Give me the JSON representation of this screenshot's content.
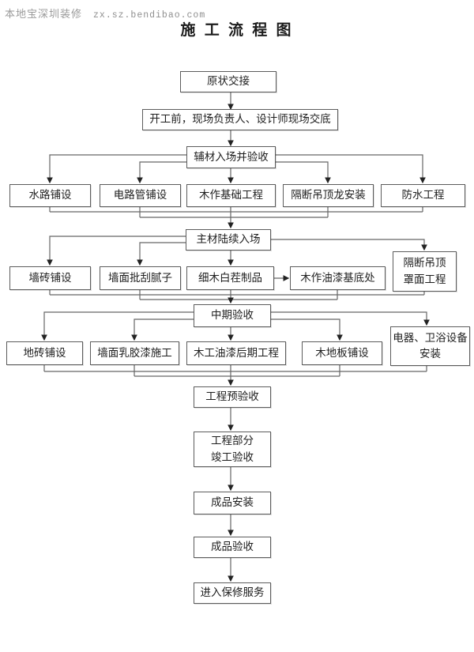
{
  "header": {
    "watermark_site": "本地宝深圳装修",
    "watermark_url": "zx.sz.bendibao.com",
    "title": "施 工 流 程 图"
  },
  "flow": {
    "nodes": [
      {
        "label": "原状交接"
      },
      {
        "label": "开工前，现场负责人、设计师现场交底"
      },
      {
        "label": "辅材入场并验收"
      },
      {
        "label": "水路铺设"
      },
      {
        "label": "电路管铺设"
      },
      {
        "label": "木作基础工程"
      },
      {
        "label": "隔断吊顶龙安装"
      },
      {
        "label": "防水工程"
      },
      {
        "label": "主材陆续入场"
      },
      {
        "label": "墙砖铺设"
      },
      {
        "label": "墙面批刮腻子"
      },
      {
        "label": "细木白茬制品"
      },
      {
        "label": "木作油漆基底处"
      },
      {
        "label": "隔断吊顶\n罩面工程"
      },
      {
        "label": "中期验收"
      },
      {
        "label": "地砖铺设"
      },
      {
        "label": "墙面乳胶漆施工"
      },
      {
        "label": "木工油漆后期工程"
      },
      {
        "label": "木地板铺设"
      },
      {
        "label": "电器、卫浴设备\n安装"
      },
      {
        "label": "工程预验收"
      },
      {
        "label": "工程部分\n竣工验收"
      },
      {
        "label": "成品安装"
      },
      {
        "label": "成品验收"
      },
      {
        "label": "进入保修服务"
      }
    ]
  },
  "colors": {
    "background": "#ffffff",
    "box_border": "#5c5c5c",
    "connector_line": "#666666",
    "arrowhead": "#222222",
    "text": "#1e1e1e",
    "watermark": "#9a9a9a"
  }
}
